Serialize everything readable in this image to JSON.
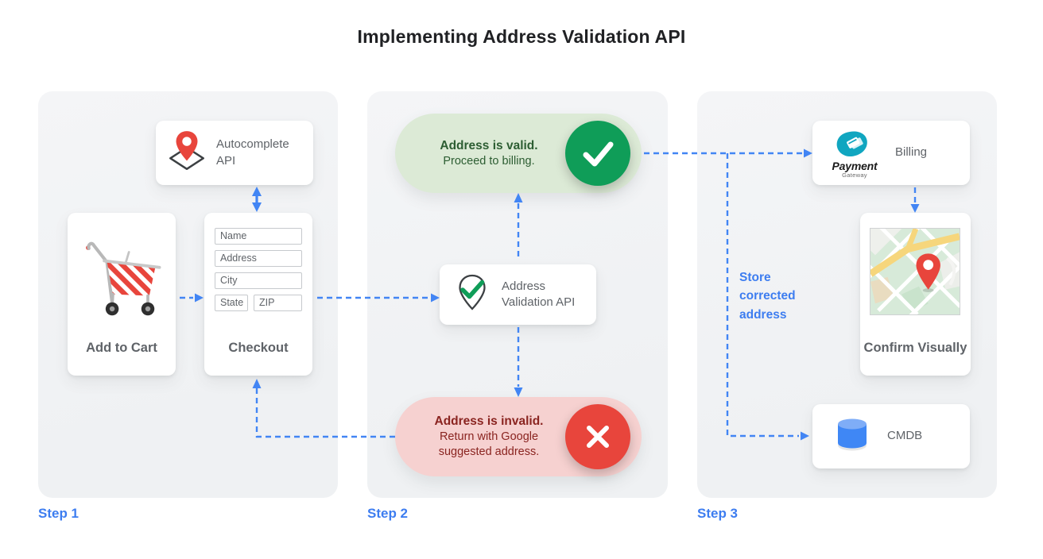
{
  "title": "Implementing Address Validation API",
  "colors": {
    "accent_blue": "#4285F4",
    "step_label_blue": "#3D7DF0",
    "valid_green": "#0F9D58",
    "valid_pill_bg": "#DCEAD6",
    "valid_text": "#2C5D32",
    "invalid_red": "#E8453C",
    "invalid_pill_bg": "#F6D1D0",
    "invalid_text": "#8A2420",
    "card_text_gray": "#5F6368",
    "title_color": "#202124",
    "panel_bg": "#F1F3F4",
    "payment_teal": "#10A6C0",
    "cmdb_blue": "#3F87F5"
  },
  "arrows": {
    "style": "dashed",
    "color": "#4285F4"
  },
  "steps": {
    "step1": {
      "label": "Step 1",
      "autocomplete_card": {
        "icon": "map-pin-diamond-icon",
        "label": "Autocomplete API"
      },
      "add_to_cart_card": {
        "icon": "shopping-cart-icon",
        "label": "Add to Cart"
      },
      "checkout_card": {
        "label": "Checkout",
        "fields": {
          "name": "Name",
          "address": "Address",
          "city": "City",
          "state": "State",
          "zip": "ZIP"
        }
      }
    },
    "step2": {
      "label": "Step 2",
      "valid_pill": {
        "icon": "check-circle-icon",
        "title": "Address is valid.",
        "subtitle": "Proceed to billing."
      },
      "validation_card": {
        "icon": "pin-check-icon",
        "label": "Address Validation API"
      },
      "invalid_pill": {
        "icon": "x-circle-icon",
        "title": "Address is invalid.",
        "subtitle": "Return with Google suggested address."
      }
    },
    "step3": {
      "label": "Step 3",
      "billing_card": {
        "icon": "payment-gateway-logo",
        "logo_title": "Payment",
        "logo_subtitle": "Gateway",
        "label": "Billing"
      },
      "store_note": "Store corrected address",
      "confirm_card": {
        "icon": "map-thumbnail",
        "label": "Confirm Visually"
      },
      "cmdb_card": {
        "icon": "database-icon",
        "label": "CMDB"
      }
    }
  }
}
